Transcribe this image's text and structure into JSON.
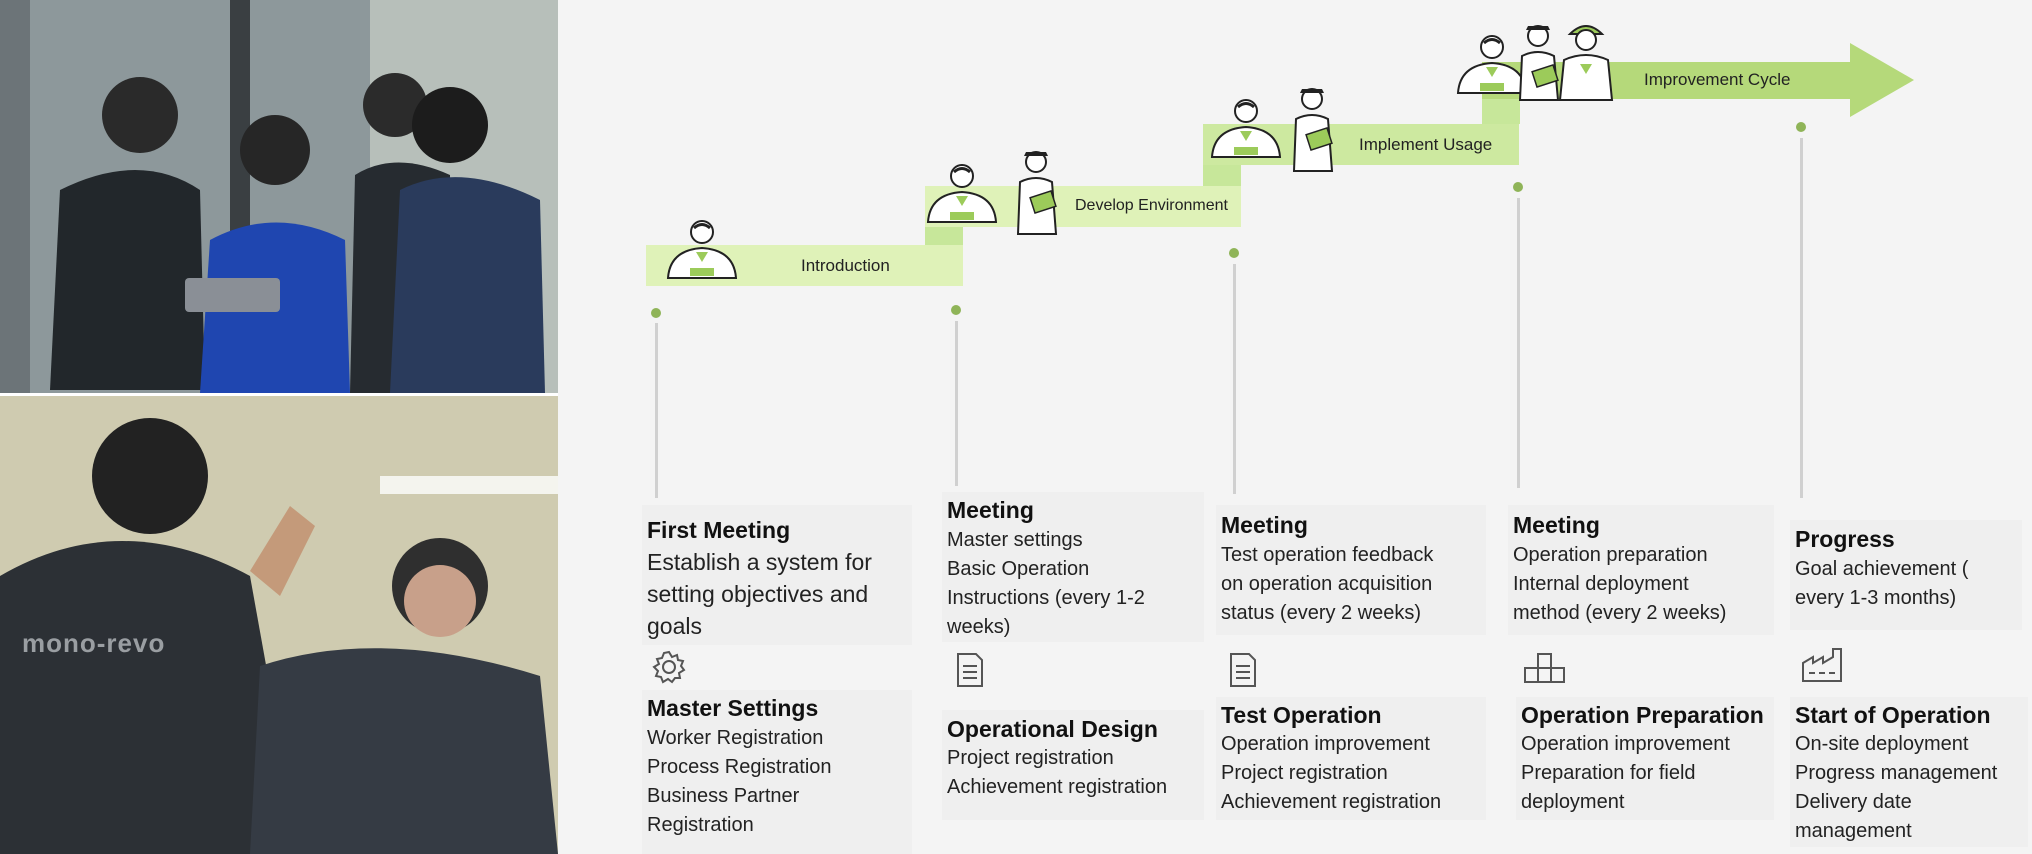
{
  "photos": {
    "top": {
      "alt": "Workers reviewing a tablet"
    },
    "bottom": {
      "alt": "Workers high-fiving",
      "jacket_text": "mono-revo"
    }
  },
  "stages": [
    {
      "label": "Introduction"
    },
    {
      "label": "Develop Environment"
    },
    {
      "label": "Implement Usage"
    },
    {
      "label": "Improvement Cycle"
    }
  ],
  "columns": [
    {
      "meeting_title": "First Meeting",
      "meeting_lines": [
        "Establish a system for",
        "setting objectives and",
        "goals"
      ],
      "icon": "gear-icon",
      "phase_title": "Master Settings",
      "phase_lines": [
        "Worker Registration",
        "Process Registration",
        "Business Partner",
        "Registration"
      ]
    },
    {
      "meeting_title": "Meeting",
      "meeting_lines": [
        "Master settings",
        "Basic Operation",
        "Instructions (every 1-2",
        "weeks)"
      ],
      "icon": "document-icon",
      "phase_title": "Operational Design",
      "phase_lines": [
        "Project registration",
        "Achievement registration"
      ]
    },
    {
      "meeting_title": "Meeting",
      "meeting_lines": [
        "Test operation feedback",
        "on operation acquisition",
        "status (every 2 weeks)"
      ],
      "icon": "document-icon",
      "phase_title": "Test Operation",
      "phase_lines": [
        "Operation improvement",
        "Project registration",
        "Achievement registration"
      ]
    },
    {
      "meeting_title": "Meeting",
      "meeting_lines": [
        "Operation preparation",
        "Internal deployment",
        "method (every 2 weeks)"
      ],
      "icon": "boxes-icon",
      "phase_title": "Operation Preparation",
      "phase_lines": [
        "Operation improvement",
        "Preparation for field",
        "deployment"
      ]
    },
    {
      "meeting_title": "Progress",
      "meeting_lines": [
        "Goal achievement (",
        "every 1-3 months)"
      ],
      "icon": "factory-icon",
      "phase_title": "Start of Operation",
      "phase_lines": [
        "On-site deployment",
        "Progress management",
        "Delivery date",
        "management"
      ]
    }
  ],
  "colors": {
    "step": "#dff2b8",
    "riser": "#c7e79a",
    "arrow": "#b5d97a",
    "dot": "#8fb458"
  }
}
